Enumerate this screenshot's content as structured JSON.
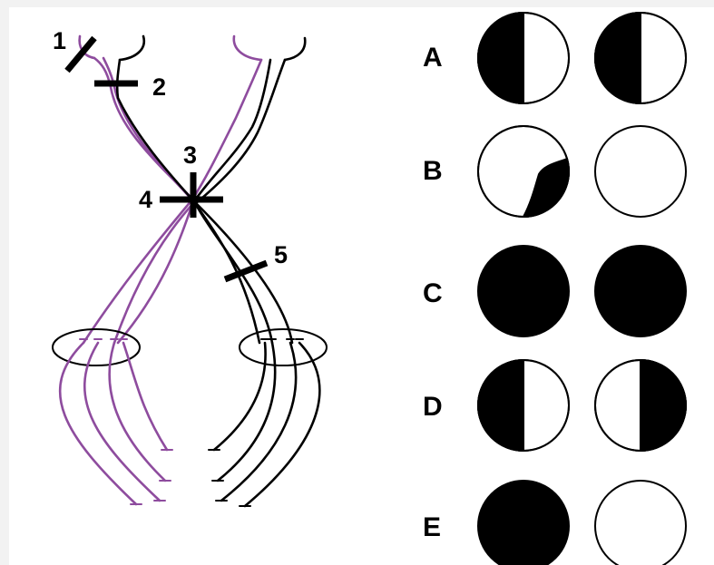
{
  "colors": {
    "background": "#f2f2f2",
    "panel": "#ffffff",
    "left_eye_pathway": "#8e4c9e",
    "right_eye_pathway": "#000000",
    "blind_region": "#000000",
    "seeing_region": "#ffffff"
  },
  "lesions": [
    {
      "label": "1"
    },
    {
      "label": "2"
    },
    {
      "label": "3"
    },
    {
      "label": "4"
    },
    {
      "label": "5"
    }
  ],
  "options": [
    {
      "label": "A",
      "left_field": "left-half-blind",
      "right_field": "left-half-blind"
    },
    {
      "label": "B",
      "left_field": "lower-right-quadrant-blind",
      "right_field": "normal"
    },
    {
      "label": "C",
      "left_field": "fully-blind",
      "right_field": "fully-blind"
    },
    {
      "label": "D",
      "left_field": "left-half-blind",
      "right_field": "right-half-blind"
    },
    {
      "label": "E",
      "left_field": "fully-blind",
      "right_field": "normal"
    }
  ]
}
